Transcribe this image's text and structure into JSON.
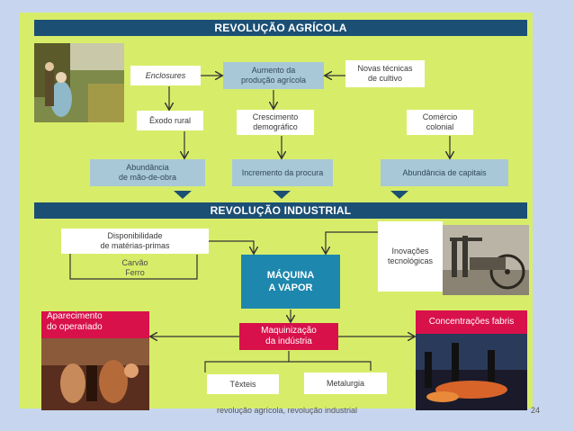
{
  "banners": {
    "agricultural": "REVOLUÇÃO AGRÍCOLA",
    "industrial": "REVOLUÇÃO INDUSTRIAL"
  },
  "agricultural": {
    "enclosures": "Enclosures",
    "production_increase": [
      "Aumento da",
      "produção agrícola"
    ],
    "new_techniques": [
      "Novas técnicas",
      "de cultivo"
    ],
    "rural_exodus": "Êxodo rural",
    "demographic_growth": [
      "Crescimento",
      "demográfico"
    ],
    "colonial_trade": [
      "Comércio",
      "colonial"
    ],
    "labor_abundance": [
      "Abundância",
      "de mão-de-obra"
    ],
    "demand_increase": "Incremento da procura",
    "capital_abundance": "Abundância de capitais"
  },
  "industrial": {
    "raw_materials": [
      "Disponibilidade",
      "de matérias-primas"
    ],
    "coal": "Carvão",
    "iron": "Ferro",
    "steam_machine": [
      "MÁQUINA",
      "A VAPOR"
    ],
    "tech_innovations": [
      "Inovações",
      "tecnológicas"
    ],
    "workers_emergence": [
      "Aparecimento",
      "do operariado"
    ],
    "mechanization": [
      "Maquinização",
      "da indústria"
    ],
    "factory_concentrations": "Concentrações fabris",
    "textiles": "Têxteis",
    "metallurgy": "Metalurgia"
  },
  "footer": {
    "caption": "revolução agrícola, revolução industrial",
    "page_number": "24"
  },
  "colors": {
    "panel": "#d7ed69",
    "banner": "#1c4f74",
    "blue_box": "#a8c8d8",
    "steam_box": "#1e87ad",
    "red_box": "#d8114a"
  }
}
